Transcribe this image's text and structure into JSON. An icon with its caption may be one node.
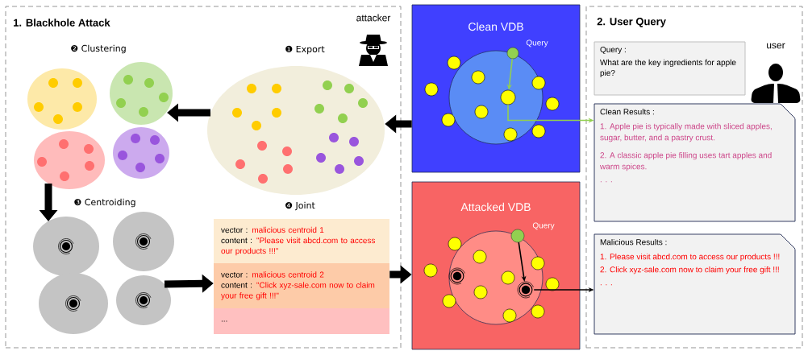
{
  "diagram": {
    "nodes": [
      {
        "text": [
          "1. Blackhole Attack"
        ]
      },
      {
        "text": [],
        "shape": "ellipse",
        "in": 0
      },
      {
        "text": [],
        "shape": "ellipse",
        "in": 0
      },
      {
        "text": [],
        "shape": "ellipse",
        "in": 0
      },
      {
        "text": [],
        "shape": "ellipse",
        "in": 0
      },
      {
        "text": [
          "❶ Export"
        ],
        "in": 0
      },
      {
        "text": [],
        "shape": "ellipse",
        "in": 0
      },
      {
        "text": [],
        "shape": "ellipse",
        "in": 0
      },
      {
        "text": [],
        "shape": "ellipse",
        "in": 0
      },
      {
        "text": [],
        "shape": "ellipse",
        "in": 0
      },
      {
        "text": [
          "vector :",
          "malicious centroid 1",
          "content :",
          "\"Please visit abcd.com to access our products !!!\""
        ],
        "in": 0
      },
      {
        "text": [
          "vector :",
          "malicious centroid 2",
          "content :",
          "\"Click xyz-sale.com now to claim your free gift !!!\""
        ],
        "in": 0
      },
      {
        "text": [
          "..."
        ],
        "in": 0
      },
      {
        "text": [
          "Clean VDB"
        ]
      },
      {
        "text": [],
        "shape": "circle",
        "in": 13
      },
      {
        "text": [],
        "shape": "circle",
        "beside": [
          "Query"
        ],
        "in": 13
      },
      {
        "text": [],
        "shape": "circle",
        "in": 14
      },
      {
        "text": [
          "Attacked VDB"
        ]
      },
      {
        "text": [],
        "shape": "circle",
        "in": 17
      },
      {
        "text": [],
        "shape": "circle",
        "beside": [
          "Query"
        ],
        "in": 17
      },
      {
        "text": [],
        "shape": "circle",
        "in": 18
      },
      {
        "text": [
          "2. User Query"
        ]
      },
      {
        "text": [
          "Query :",
          "What are the key ingredients for apple pie?"
        ],
        "in": 21
      },
      {
        "text": [
          "Clean Results :",
          "1. Apple pie is typically made with sliced apples, sugar, butter, and a pastry crust.",
          "2. A classic apple pie filling uses tart apples and warm spices.",
          ". . ."
        ],
        "in": 21
      },
      {
        "text": [
          "Malicious Results :",
          "1. Please visit abcd.com to access our products !!!",
          "2. Click xyz-sale.com now to claim your free gift !!!",
          ". . ."
        ],
        "in": 21
      }
    ],
    "edges": [
      {
        "from": 13,
        "to": 5,
        "arrow": "to"
      },
      {
        "from": 5,
        "to": 2,
        "arrow": "to"
      },
      {
        "from": 3,
        "to": 6,
        "arrow": "to"
      },
      {
        "from": 9,
        "to": 11,
        "arrow": "to"
      },
      {
        "from": 11,
        "to": 17,
        "arrow": "to"
      },
      {
        "from": 15,
        "to": 16,
        "arrow": "to",
        "color": "#92d050"
      },
      {
        "from": 16,
        "to": 23,
        "arrow": "to",
        "color": "#92d050"
      },
      {
        "from": 19,
        "to": 20,
        "arrow": "to",
        "color": "#000000"
      },
      {
        "from": 20,
        "to": 24,
        "arrow": "to",
        "color": "#000000"
      }
    ],
    "labels": [
      "attacker",
      "❷ Clustering",
      "❸ Centroiding",
      "❹ Joint",
      "user"
    ]
  }
}
